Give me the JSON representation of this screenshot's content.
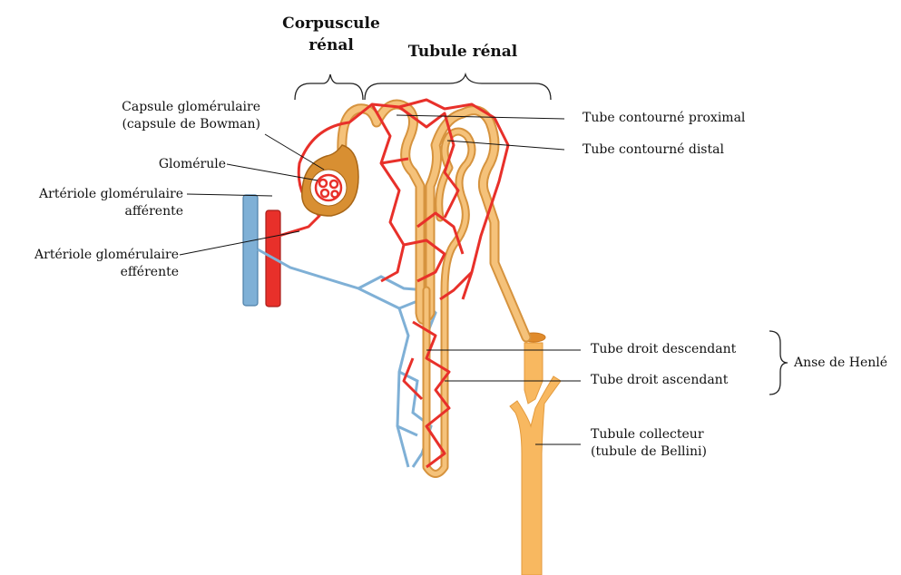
{
  "headers": {
    "corpuscle": [
      "Corpuscule",
      "rénal"
    ],
    "tubule": "Tubule rénal"
  },
  "labels": {
    "capsule": [
      "Capsule glomérulaire",
      "(capsule de Bowman)"
    ],
    "glomerule": "Glomérule",
    "afferent": [
      "Artériole glomérulaire",
      "afférente"
    ],
    "efferent": [
      "Artériole glomérulaire",
      "efférente"
    ],
    "proximal": "Tube contourné proximal",
    "distal": "Tube contourné distal",
    "descending": "Tube droit descendant",
    "ascending": "Tube droit ascendant",
    "henle": "Anse de Henlé",
    "collector": [
      "Tubule collecteur",
      "(tubule de Bellini)"
    ]
  },
  "colors": {
    "artery": "#e8302a",
    "vein": "#7fb0d6",
    "tubule_fill": "#f5c27a",
    "tubule_edge": "#d6933e",
    "capsule": "#d88f32",
    "collector": "#f8b860"
  }
}
